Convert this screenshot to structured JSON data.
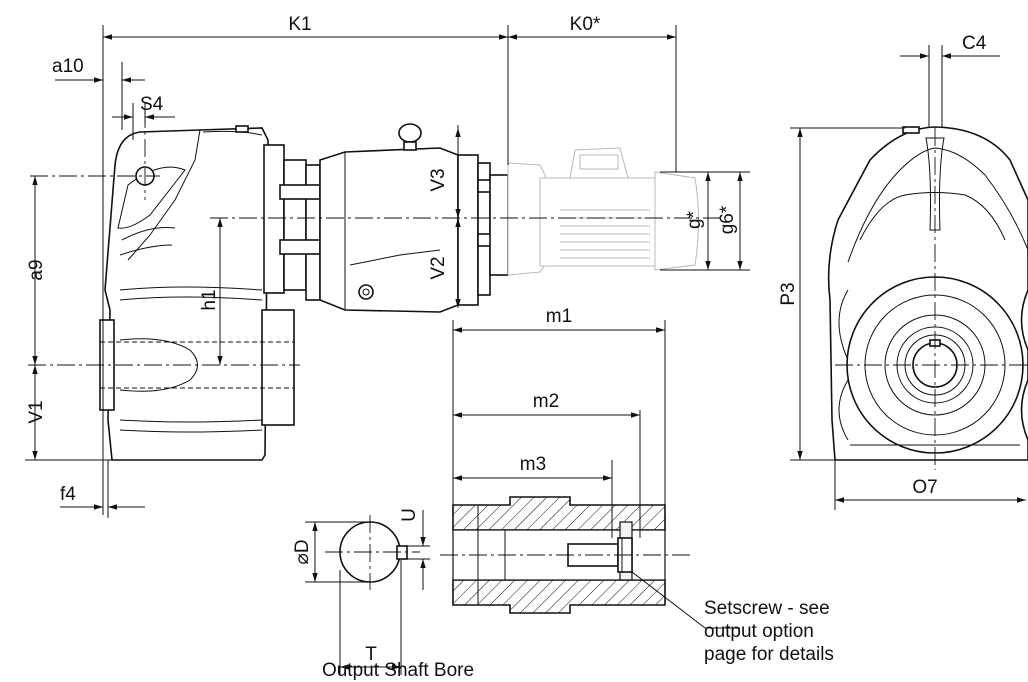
{
  "dimensions": {
    "K1": "K1",
    "K0": "K0*",
    "C4": "C4",
    "a10": "a10",
    "S4": "S4",
    "a9": "a9",
    "h1": "h1",
    "V1": "V1",
    "V2": "V2",
    "V3": "V3",
    "g": "g*",
    "g6": "g6*",
    "P3": "P3",
    "O7": "O7",
    "f4": "f4",
    "m1": "m1",
    "m2": "m2",
    "m3": "m3",
    "U": "U",
    "D": "⌀D",
    "T": "T"
  },
  "captions": {
    "bore": "Output Shaft Bore",
    "setscrew_line1": "Setscrew - see",
    "setscrew_line2": "output option",
    "setscrew_line3": "page for details"
  }
}
